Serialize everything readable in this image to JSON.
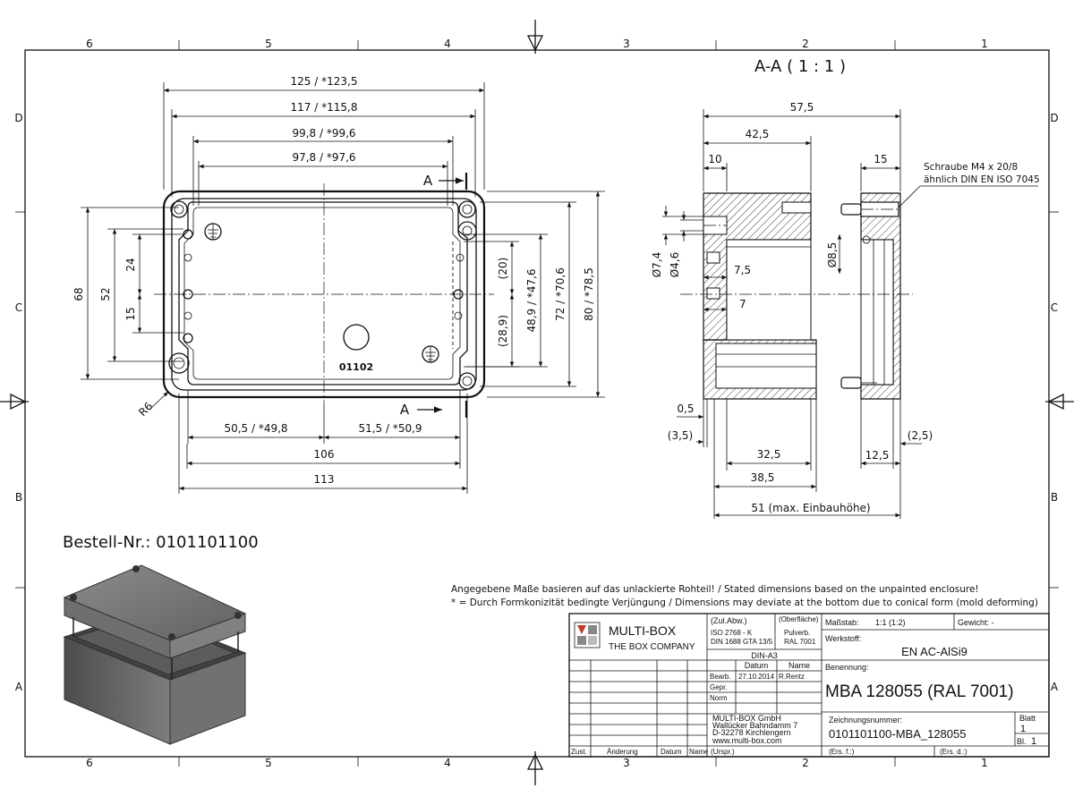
{
  "border": {
    "columns_top": [
      "6",
      "5",
      "4",
      "3",
      "2",
      "1"
    ],
    "columns_bottom": [
      "6",
      "5",
      "4",
      "3",
      "2",
      "1"
    ],
    "rows_left": [
      "D",
      "C",
      "B",
      "A"
    ],
    "rows_right": [
      "D",
      "C",
      "B",
      "A"
    ]
  },
  "section_title": "A-A ( 1 : 1 )",
  "top_view": {
    "dims_top": [
      "125 / *123,5",
      "117 / *115,8",
      "99,8 / *99,6",
      "97,8 / *97,6"
    ],
    "section_label_a": "A",
    "section_label_b": "A",
    "dims_left": [
      "68",
      "52",
      "24",
      "15"
    ],
    "dims_right": [
      "(20)",
      "(28,9)",
      "48,9 / *47,6",
      "72 / *70,6",
      "80 / *78,5"
    ],
    "radius": "R6",
    "engraving": "01102",
    "dims_bottom": [
      "50,5 / *49,8",
      "51,5 / *50,9",
      "106",
      "113"
    ]
  },
  "section_view": {
    "dims_top": [
      "57,5",
      "42,5",
      "10",
      "15"
    ],
    "dims_left": [
      "Ø7,4",
      "Ø4,6",
      "7,5",
      "7"
    ],
    "dim_right_dia": "Ø8,5",
    "screw_note_1": "Schraube M4 x 20/8",
    "screw_note_2": "ähnlich DIN EN ISO 7045",
    "dims_bottom": [
      "0,5",
      "(3,5)",
      "32,5",
      "38,5",
      "51 (max. Einbauhöhe)",
      "12,5",
      "(2,5)"
    ]
  },
  "order_number": "Bestell-Nr.: 0101101100",
  "notes": [
    "Angegebene Maße basieren auf das unlackierte Rohteil! / Stated dimensions based on the unpainted enclosure!",
    "* = Durch Formkonizität bedingte Verjüngung / Dimensions may deviate at the bottom due to conical form (mold deforming)"
  ],
  "title_block": {
    "company": "MULTI-BOX",
    "tagline": "THE BOX COMPANY",
    "zul_abw": "(Zul.Abw.)",
    "iso": "ISO 2768 - K",
    "din": "DIN 1688 GTA 13/5",
    "oberflaeche": "(Oberfläche)",
    "pulverb": "Pulverb.",
    "ral": "RAL 7001",
    "format": "DIN-A3",
    "col_datum": "Datum",
    "col_name": "Name",
    "row_bearb": "Bearb.",
    "bearb_date": "27.10.2014",
    "bearb_name": "R.Rentz",
    "row_gepr": "Gepr.",
    "row_norm": "Norm",
    "address": [
      "MULTI-BOX GmbH",
      "Wallücker Bahndamm 7",
      "D-32278 Kirchlengern",
      "www.multi-box.com"
    ],
    "rev_zust": "Zust.",
    "rev_aenderung": "Änderung",
    "rev_datum": "Datum",
    "rev_name": "Name",
    "urspr": "(Urspr.)",
    "massstab_label": "Maßstab:",
    "massstab_value": "1:1 (1:2)",
    "gewicht": "Gewicht: -",
    "werkstoff_label": "Werkstoff:",
    "werkstoff_value": "EN AC-AlSi9",
    "benennung_label": "Benennung:",
    "benennung_value": "MBA 128055 (RAL 7001)",
    "zeichnung_label": "Zeichnungsnummer:",
    "zeichnung_value": "0101101100-MBA_128055",
    "blatt_label": "Blatt",
    "blatt_value": "1",
    "bl_label": "Bl.",
    "bl_value": "1",
    "ers_f": "(Ers. f.:)",
    "ers_d": "(Ers. d.:)"
  }
}
